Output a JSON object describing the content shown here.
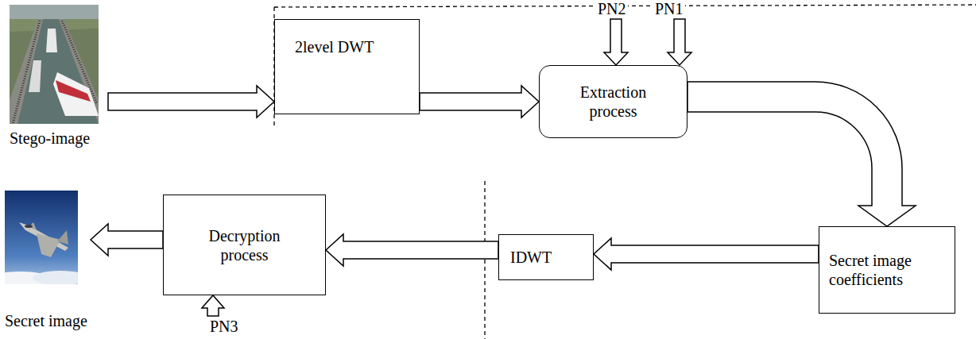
{
  "diagram": {
    "nodes": [
      {
        "text": [
          "Stego-image"
        ]
      },
      {
        "text": [
          "2level DWT"
        ]
      },
      {
        "text": [
          "Extraction process"
        ]
      },
      {
        "text": [
          "Secret image coefficients"
        ]
      },
      {
        "text": [
          "IDWT"
        ]
      },
      {
        "text": [
          "Decryption process"
        ]
      },
      {
        "text": [
          "Secret image"
        ]
      }
    ],
    "edges": [
      {
        "from": 0,
        "to": 1,
        "arrow": "to"
      },
      {
        "from": 1,
        "to": 2,
        "arrow": "to"
      },
      {
        "from": 2,
        "to": 3,
        "arrow": "to"
      },
      {
        "from": 3,
        "to": 4,
        "arrow": "to"
      },
      {
        "from": 4,
        "to": 5,
        "arrow": "to"
      },
      {
        "from": 5,
        "to": 6,
        "arrow": "to"
      }
    ],
    "labels": [
      "PN2",
      "PN1",
      "PN3"
    ]
  }
}
